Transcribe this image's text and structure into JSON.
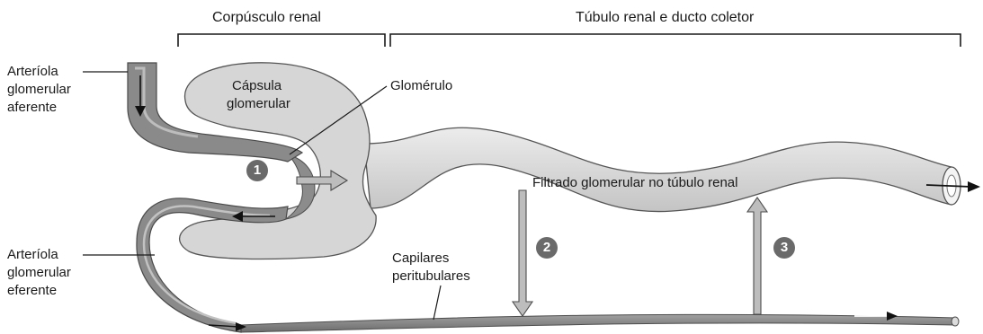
{
  "headers": {
    "renal_corpuscle": "Corpúsculo renal",
    "tubule_and_duct": "Túbulo renal e ducto coletor"
  },
  "labels": {
    "afferent": [
      "Arteríola",
      "glomerular",
      "aferente"
    ],
    "efferent": [
      "Arteríola",
      "glomerular",
      "eferente"
    ],
    "capsule": [
      "Cápsula",
      "glomerular"
    ],
    "glomerulus": "Glomérulo",
    "filtrate": "Filtrado glomerular no túbulo renal",
    "capillaries": [
      "Capilares",
      "peritubulares"
    ]
  },
  "steps": [
    "1",
    "2",
    "3"
  ],
  "colors": {
    "capsule_fill": "#d6d6d6",
    "vessel_fill": "#8a8a8a",
    "vessel_dark": "#5e5e5e",
    "arrow_fill": "#bdbdbd",
    "step_badge": "#6a6a6a",
    "text": "#1a1a1a"
  },
  "icons": {
    "flow_arrow": "arrow-right-icon",
    "reabsorption": "arrow-up-icon",
    "secretion": "arrow-down-icon"
  }
}
